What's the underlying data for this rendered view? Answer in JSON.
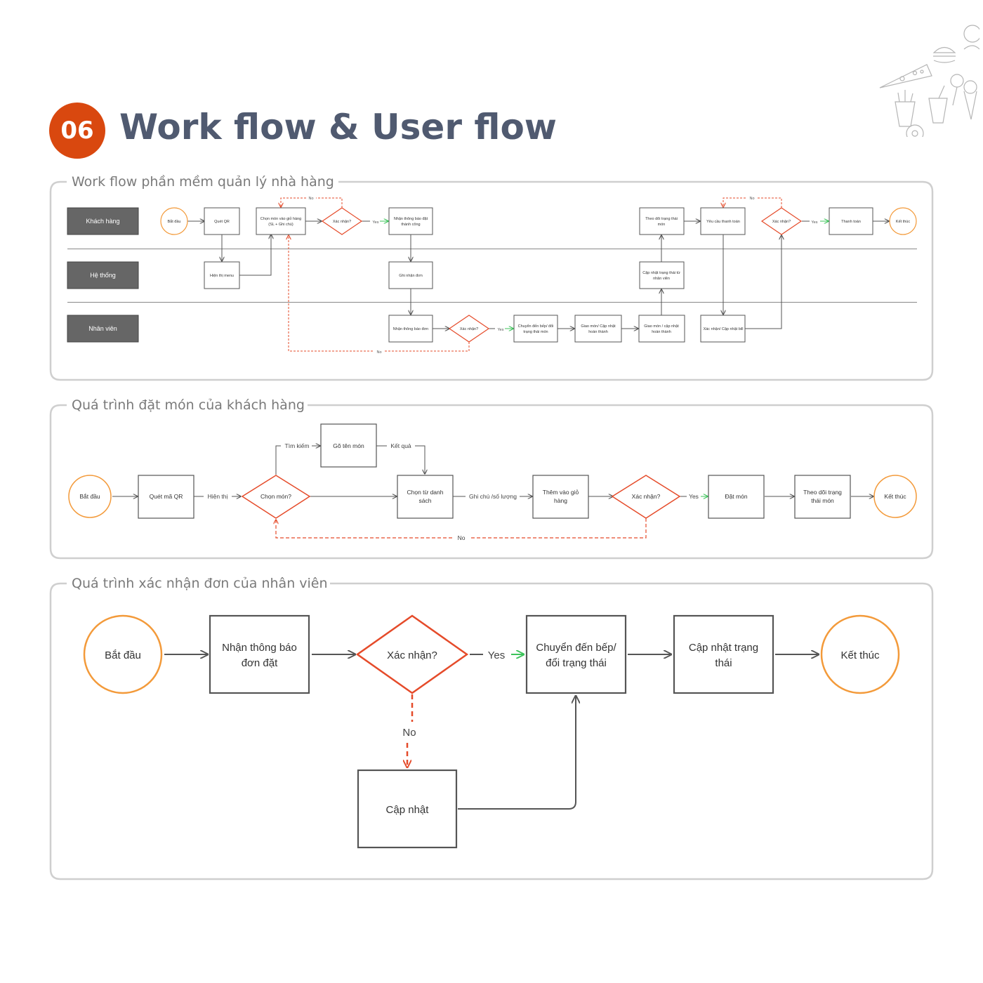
{
  "header": {
    "number": "06",
    "title": "Work flow & User flow"
  },
  "workflow": {
    "title": "Work flow phần mềm quản lý nhà hàng",
    "lanes": [
      "Khách hàng",
      "Hệ thống",
      "Nhân viên"
    ],
    "nodes": {
      "start": "Bắt đầu",
      "scan_qr": "Quét QR",
      "choose_items": [
        "Chọn món vào giỏ hàng",
        "(SL + Ghi chú)"
      ],
      "confirm1": "Xác nhận?",
      "notify_success": [
        "Nhận thông báo đặt",
        "thành công"
      ],
      "show_menu": "Hiện thị menu",
      "record_order": "Ghi nhận đơn",
      "staff_receive": "Nhận thông báo đơn",
      "confirm2": "Xác nhận?",
      "to_kitchen": [
        "Chuyển đến bếp/ đổi",
        "trạng thái món"
      ],
      "deliver_update": [
        "Giao món/ Cập nhật",
        "hoàn thành"
      ],
      "deliver_complete": [
        "Giao món / cập nhật",
        "hoàn thành"
      ],
      "sys_update_status": [
        "Cập nhật trạng thái từ",
        "nhân viên"
      ],
      "track_status": [
        "Theo dõi trạng thái",
        "món"
      ],
      "request_pay": "Yêu cầu thanh toán",
      "confirm_bill": "Xác nhận/ Cập nhật bill",
      "confirm3": "Xác nhận?",
      "payment": "Thanh toán",
      "end": "Kết thúc"
    },
    "labels": {
      "yes": "Yes",
      "no": "No"
    }
  },
  "ordering": {
    "title": "Quá trình đặt món của khách hàng",
    "nodes": {
      "start": "Bắt đầu",
      "scan_qr": "Quét mã QR",
      "choose": "Chọn món?",
      "type_name": "Gõ tên món",
      "choose_list": [
        "Chọn từ danh",
        "sách"
      ],
      "add_cart": [
        "Thêm vào giỏ",
        "hàng"
      ],
      "confirm": "Xác nhận?",
      "place_order": "Đặt món",
      "track": [
        "Theo dõi trạng",
        "thái món"
      ],
      "end": "Kết thúc"
    },
    "labels": {
      "show": "Hiện thị",
      "search": "Tìm kiếm",
      "result": "Kết quả",
      "note_qty": "Ghi chú /số lượng",
      "yes": "Yes",
      "no": "No"
    }
  },
  "staff": {
    "title": "Quá trình xác nhận đơn của nhân viên",
    "nodes": {
      "start": "Bắt đầu",
      "receive": [
        "Nhận thông báo",
        "đơn đặt"
      ],
      "confirm": "Xác nhận?",
      "to_kitchen": [
        "Chuyển đến bếp/",
        "đổi trạng thái"
      ],
      "update_status": [
        "Cập nhật trạng",
        "thái"
      ],
      "end": "Kết thúc",
      "update": "Cập nhật"
    },
    "labels": {
      "yes": "Yes",
      "no": "No"
    }
  },
  "colors": {
    "badge": "#d9480f",
    "title": "#505a70",
    "panel_border": "#cfcfcf",
    "lane_fill": "#666666",
    "node_stroke": "#555555",
    "terminal": "#f39a3a",
    "decision": "#e54b2a",
    "no_path": "#e54b2a",
    "yes_arrow": "#3cc35a"
  },
  "icons": [
    "pizza-icon",
    "burger-icon",
    "ice-cream-icon",
    "fries-icon",
    "drink-icon",
    "donut-icon",
    "lollipop-icon"
  ]
}
